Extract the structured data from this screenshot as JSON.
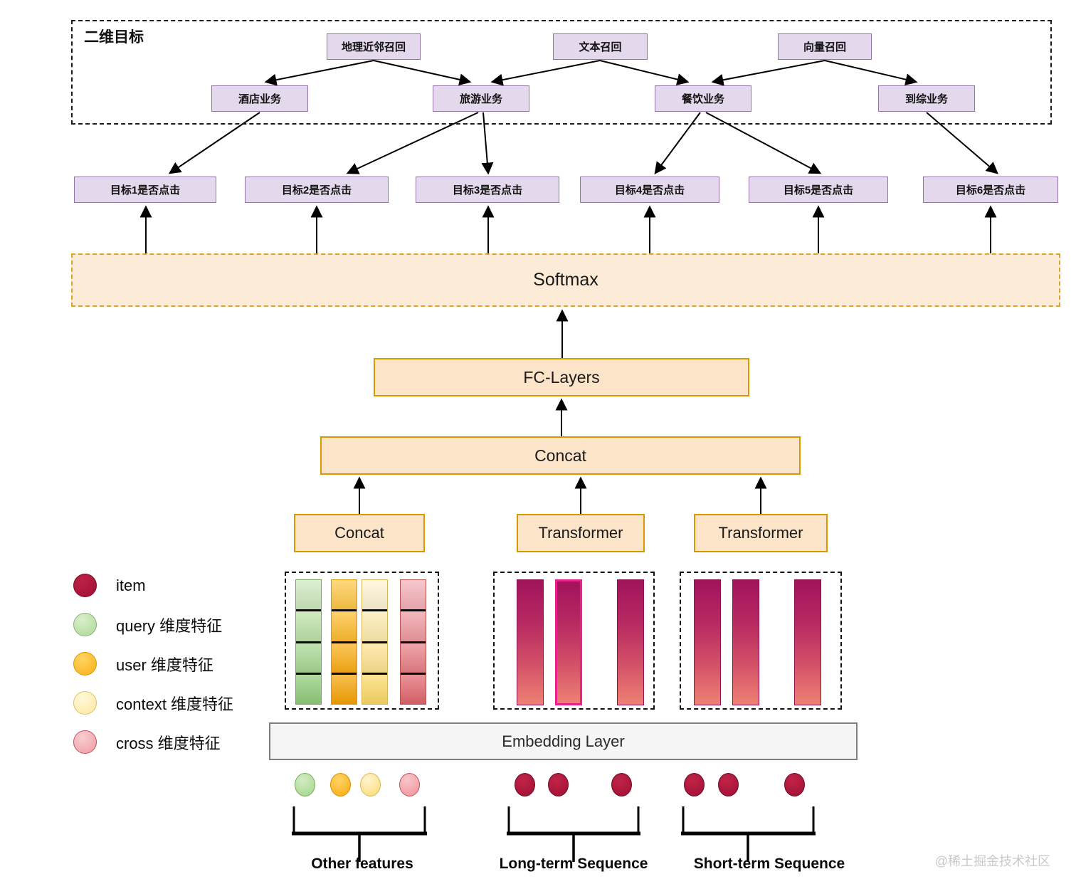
{
  "frame": {
    "label": "二维目标"
  },
  "recall": [
    {
      "label": "地理近邻召回"
    },
    {
      "label": "文本召回"
    },
    {
      "label": "向量召回"
    }
  ],
  "business": [
    {
      "label": "酒店业务"
    },
    {
      "label": "旅游业务"
    },
    {
      "label": "餐饮业务"
    },
    {
      "label": "到综业务"
    }
  ],
  "targets": [
    {
      "label": "目标1是否点击"
    },
    {
      "label": "目标2是否点击"
    },
    {
      "label": "目标3是否点击"
    },
    {
      "label": "目标4是否点击"
    },
    {
      "label": "目标5是否点击"
    },
    {
      "label": "目标6是否点击"
    }
  ],
  "layers": {
    "softmax": "Softmax",
    "fc_layers": "FC-Layers",
    "concat_main": "Concat",
    "concat_sub": "Concat",
    "transformer_long": "Transformer",
    "transformer_short": "Transformer",
    "embedding": "Embedding Layer"
  },
  "legend": {
    "items": [
      {
        "label": "item",
        "color": "#a10f34"
      },
      {
        "label": "query 维度特征",
        "color": "#abd994"
      },
      {
        "label": "user 维度特征",
        "color": "#fbae14"
      },
      {
        "label": "context 维度特征",
        "color": "#ffe79b"
      },
      {
        "label": "cross 维度特征",
        "color": "#ef9ba2"
      }
    ]
  },
  "groups": [
    {
      "label": "Other features"
    },
    {
      "label": "Long-term Sequence"
    },
    {
      "label": "Short-term Sequence"
    }
  ],
  "watermark": "@稀土掘金技术社区",
  "colors": {
    "node_purple_fill": "#e4d8ec",
    "node_purple_border": "#9673a6",
    "layer_orange_fill": "#fbe4c8",
    "layer_orange_border": "#d79b00",
    "softmax_fill": "#fcebd6",
    "embedding_fill": "#f5f5f5",
    "sequence_bar_top": "#a1135c",
    "sequence_bar_bottom": "#ee8173"
  }
}
